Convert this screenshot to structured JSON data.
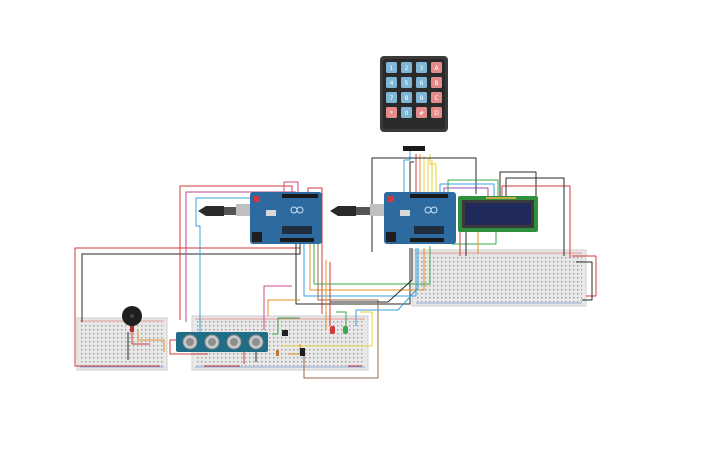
{
  "keypad": {
    "keys": [
      "1",
      "2",
      "3",
      "A",
      "4",
      "5",
      "6",
      "B",
      "7",
      "8",
      "9",
      "C",
      "*",
      "0",
      "#",
      "D"
    ],
    "number_key_color": "#7fb6d6",
    "letter_key_color": "#e48b8b",
    "frame_color": "#3a3a3a"
  },
  "colors": {
    "board": "#2c6aa0",
    "board_dark": "#1d4f7e",
    "breadboard": "#e6e6e6",
    "lcd_screen": "#1f2a5a",
    "lcd_pcb": "#2f8f3e",
    "sensor_pcb": "#1f6d86",
    "wire_red": "#d03a3a",
    "wire_black": "#2a2a2a",
    "wire_blue": "#3aa0d8",
    "wire_green": "#3aa84a",
    "wire_orange": "#e0902a",
    "wire_yellow": "#e8d23a",
    "wire_purple": "#a04ab0",
    "wire_brown": "#9a6a4a",
    "wire_pink": "#d04a8a"
  },
  "components": [
    {
      "id": "keypad",
      "icon": "keypad-4x4-icon"
    },
    {
      "id": "arduino-left",
      "icon": "arduino-uno-icon"
    },
    {
      "id": "arduino-right",
      "icon": "arduino-uno-icon"
    },
    {
      "id": "lcd",
      "icon": "lcd-16x2-icon"
    },
    {
      "id": "ultrasonic",
      "icon": "ultrasonic-sensor-icon"
    },
    {
      "id": "buzzer",
      "icon": "piezo-buzzer-icon"
    },
    {
      "id": "led-red",
      "icon": "led-icon"
    },
    {
      "id": "led-green",
      "icon": "led-icon"
    }
  ]
}
